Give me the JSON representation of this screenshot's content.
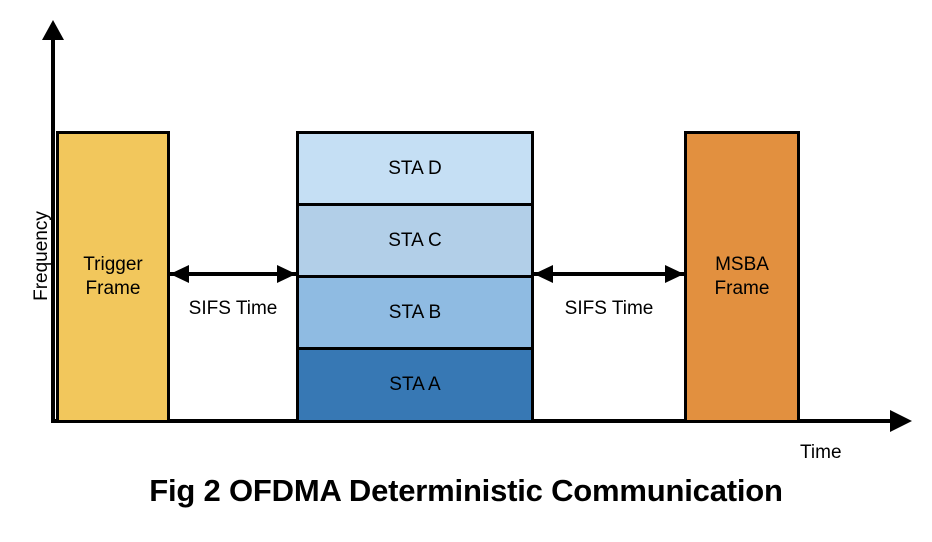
{
  "figure": {
    "caption": "Fig 2 OFDMA Deterministic Communication"
  },
  "axes": {
    "y_label": "Frequency",
    "x_label": "Time"
  },
  "blocks": {
    "trigger": {
      "label": "Trigger\nFrame",
      "line1": "Trigger",
      "line2": "Frame",
      "color": "#f2c75c"
    },
    "msba": {
      "label": "MSBA\nFrame",
      "line1": "MSBA",
      "line2": "Frame",
      "color": "#e2903f"
    }
  },
  "sta_stack": [
    {
      "label": "STA D",
      "color": "#c5dff4"
    },
    {
      "label": "STA C",
      "color": "#b2cfe8"
    },
    {
      "label": "STA B",
      "color": "#8fbbe2"
    },
    {
      "label": "STA A",
      "color": "#3778b4"
    }
  ],
  "intervals": [
    {
      "label": "SIFS Time"
    },
    {
      "label": "SIFS Time"
    }
  ],
  "colors": {
    "stroke": "#000000",
    "background": "#ffffff",
    "text": "#000000"
  }
}
